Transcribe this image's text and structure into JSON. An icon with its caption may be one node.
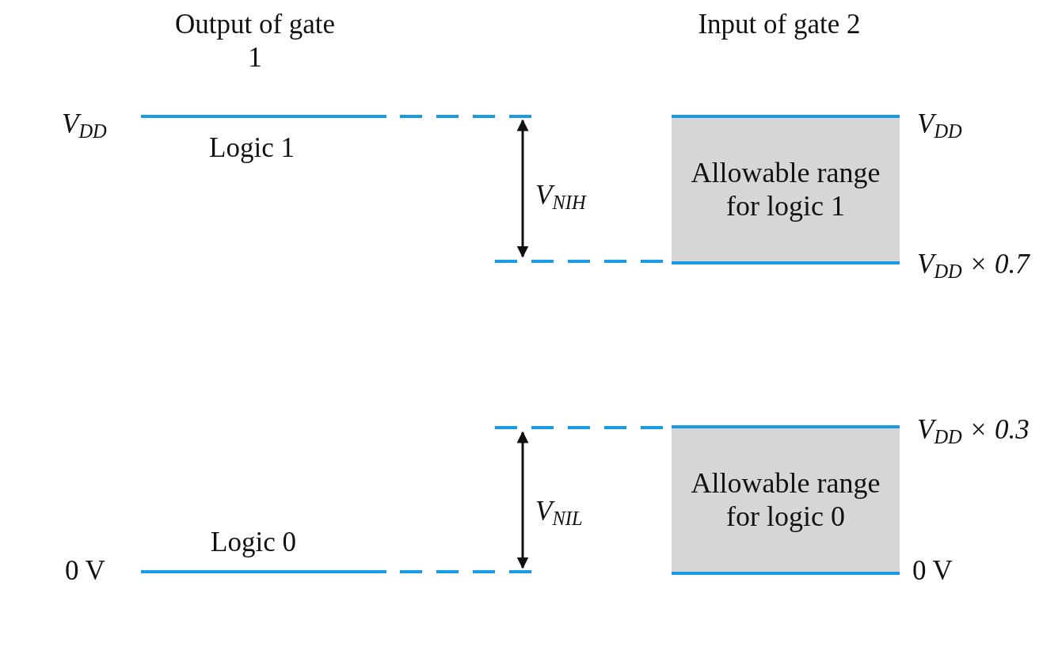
{
  "diagram": {
    "nodes": [
      {
        "text": [
          "Allowable range for logic 1"
        ]
      },
      {
        "text": [
          "Allowable range for logic 0"
        ]
      }
    ],
    "labels": [
      "Output of gate 1",
      "Input of gate 2",
      "V$_{DD}$",
      "V$_{DD}$",
      "Logic 1",
      "V$_{NIH}$",
      "V$_{DD}$ × 0.7",
      "V$_{DD}$ × 0.3",
      "V$_{NIL}$",
      "Logic 0",
      "0 V",
      "0 V"
    ]
  }
}
